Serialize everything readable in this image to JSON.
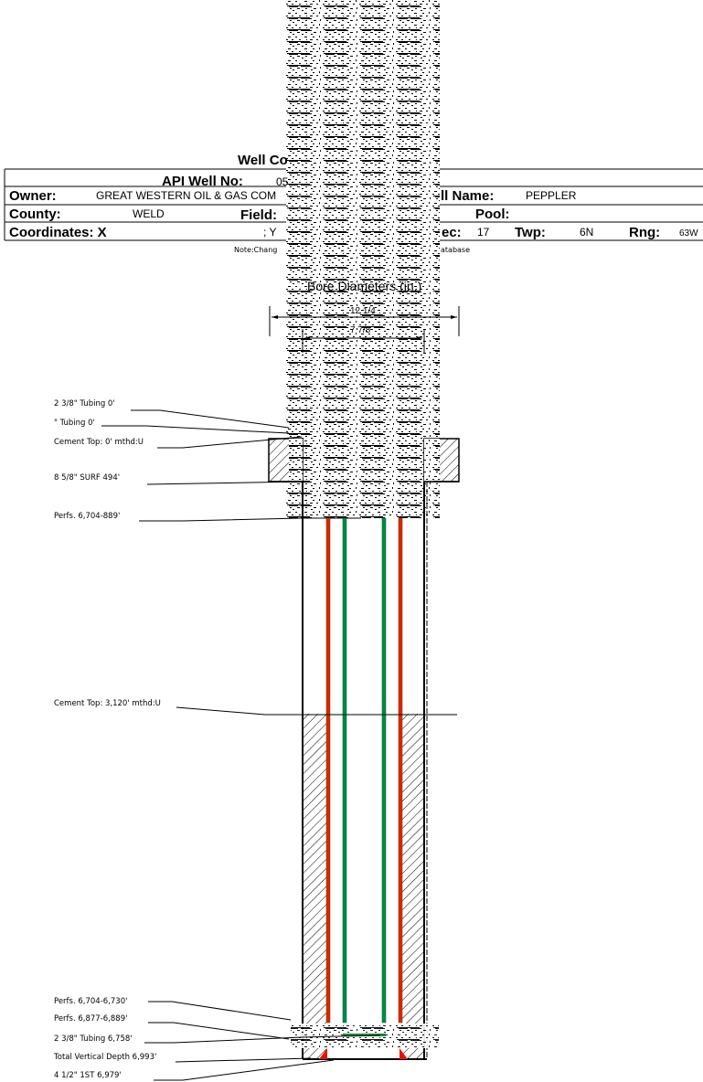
{
  "header": {
    "title": "Well Co",
    "api_label": "API Well No:",
    "api_value": "05",
    "owner_label": "Owner:",
    "owner_value": "GREAT WESTERN OIL & GAS COM",
    "well_name_label": "ll Name:",
    "well_name_value": "PEPPLER",
    "county_label": "County:",
    "county_value": "WELD",
    "field_label": "Field:",
    "pool_label": "Pool:",
    "coordinates_label": "Coordinates: X",
    "y_label": "; Y",
    "sec_label": "ec:",
    "sec_value": "17",
    "twp_label": "Twp:",
    "twp_value": "6N",
    "rng_label": "Rng:",
    "rng_value": "63W",
    "note_left": "Note:Chang",
    "note_right": "atabase"
  },
  "bore": {
    "title": "Bore Diameters (in.)",
    "outer_diameter": "12 1/4",
    "inner_diameter": "7 7/8"
  },
  "annotations": [
    {
      "text": "2 3/8\" Tubing 0'"
    },
    {
      "text": "\" Tubing 0'"
    },
    {
      "text": "Cement Top: 0' mthd:U"
    },
    {
      "text": "8 5/8\" SURF      494'"
    },
    {
      "text": "Perfs. 6,704-889'"
    },
    {
      "text": "Cement Top: 3,120' mthd:U"
    },
    {
      "text": "Perfs. 6,704-6,730'"
    },
    {
      "text": "Perfs. 6,877-6,889'"
    },
    {
      "text": "2 3/8\" Tubing 6,758'"
    },
    {
      "text": "Total Vertical Depth 6,993'"
    },
    {
      "text": "4 1/2\" 1ST       6,979'"
    }
  ],
  "colors": {
    "tubing_outer": "#dd2200",
    "tubing_outer_edge": "#8a4a00",
    "tubing_inner": "#008a3a",
    "tubing_inner_edge": "#0a6a5a",
    "shoe": "#ee1100"
  }
}
